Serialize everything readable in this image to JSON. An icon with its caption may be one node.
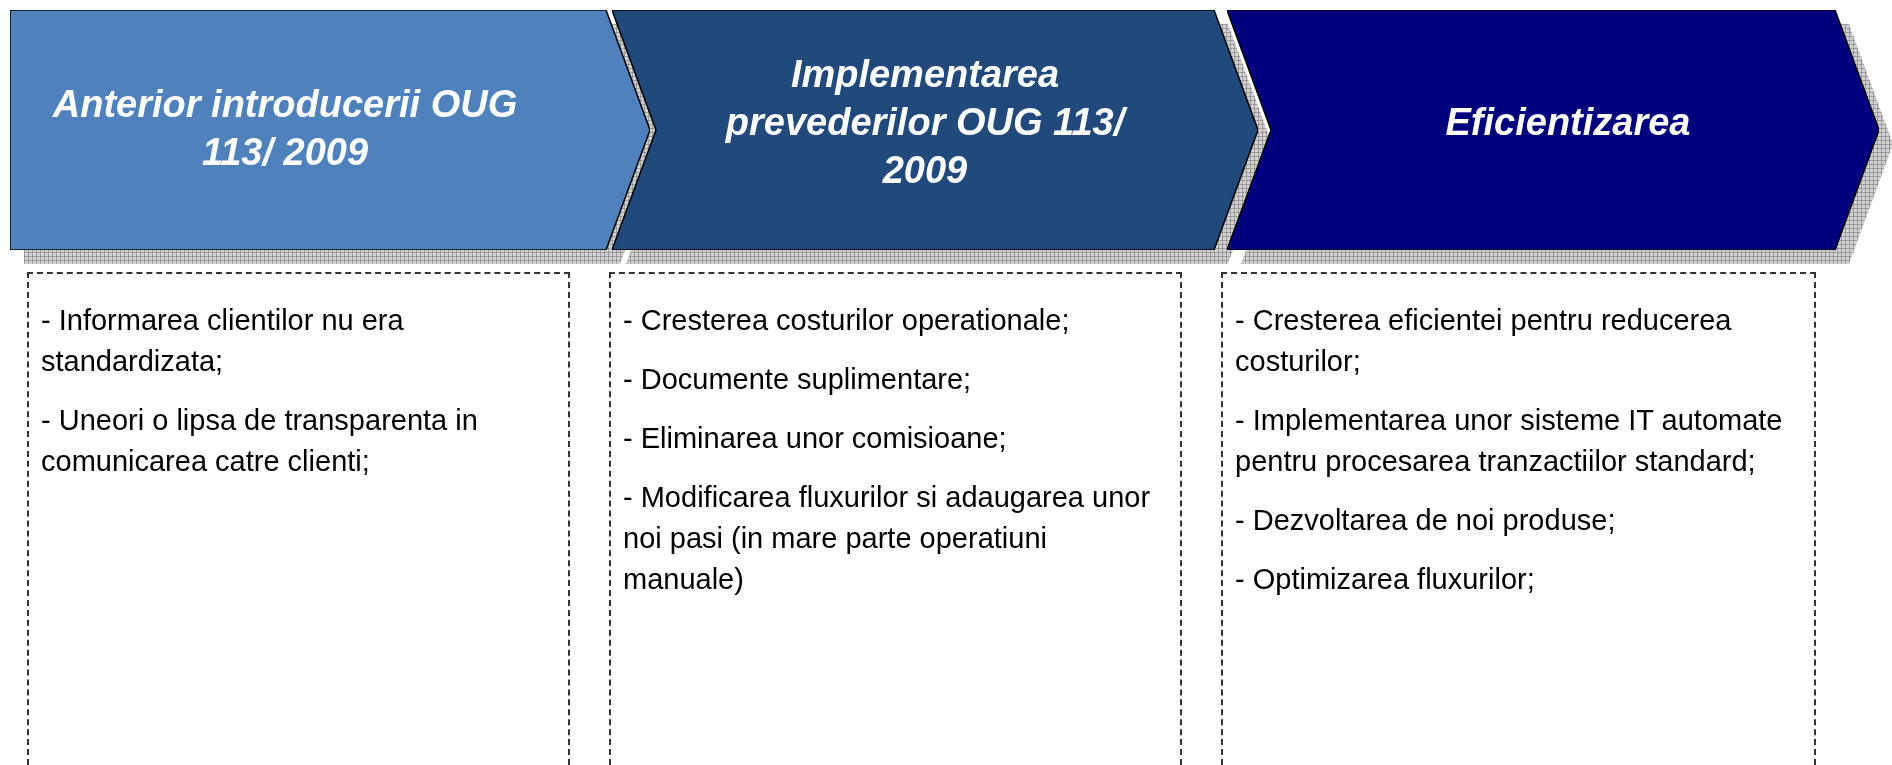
{
  "diagram": {
    "nodes": [
      {
        "text": [
          "Anterior introducerii OUG 113/ 2009"
        ]
      },
      {
        "text": [
          "Implementarea prevederilor OUG 113/ 2009"
        ]
      },
      {
        "text": [
          "Eficientizarea"
        ]
      },
      {
        "text": [
          "- Informarea clientilor nu era standardizata;",
          "- Uneori o lipsa de transparenta in comunicarea catre clienti;"
        ]
      },
      {
        "text": [
          "- Cresterea costurilor operationale;",
          "- Documente suplimentare;",
          "- Eliminarea unor comisioane;",
          "- Modificarea fluxurilor si adaugarea unor noi pasi (in mare parte operatiuni manuale)"
        ]
      },
      {
        "text": [
          "- Cresterea eficientei pentru reducerea costurilor;",
          "- Implementarea unor sisteme IT automate pentru procesarea tranzactiilor standard;",
          "- Dezvoltarea de noi produse;",
          "- Optimizarea fluxurilor;"
        ]
      }
    ]
  }
}
